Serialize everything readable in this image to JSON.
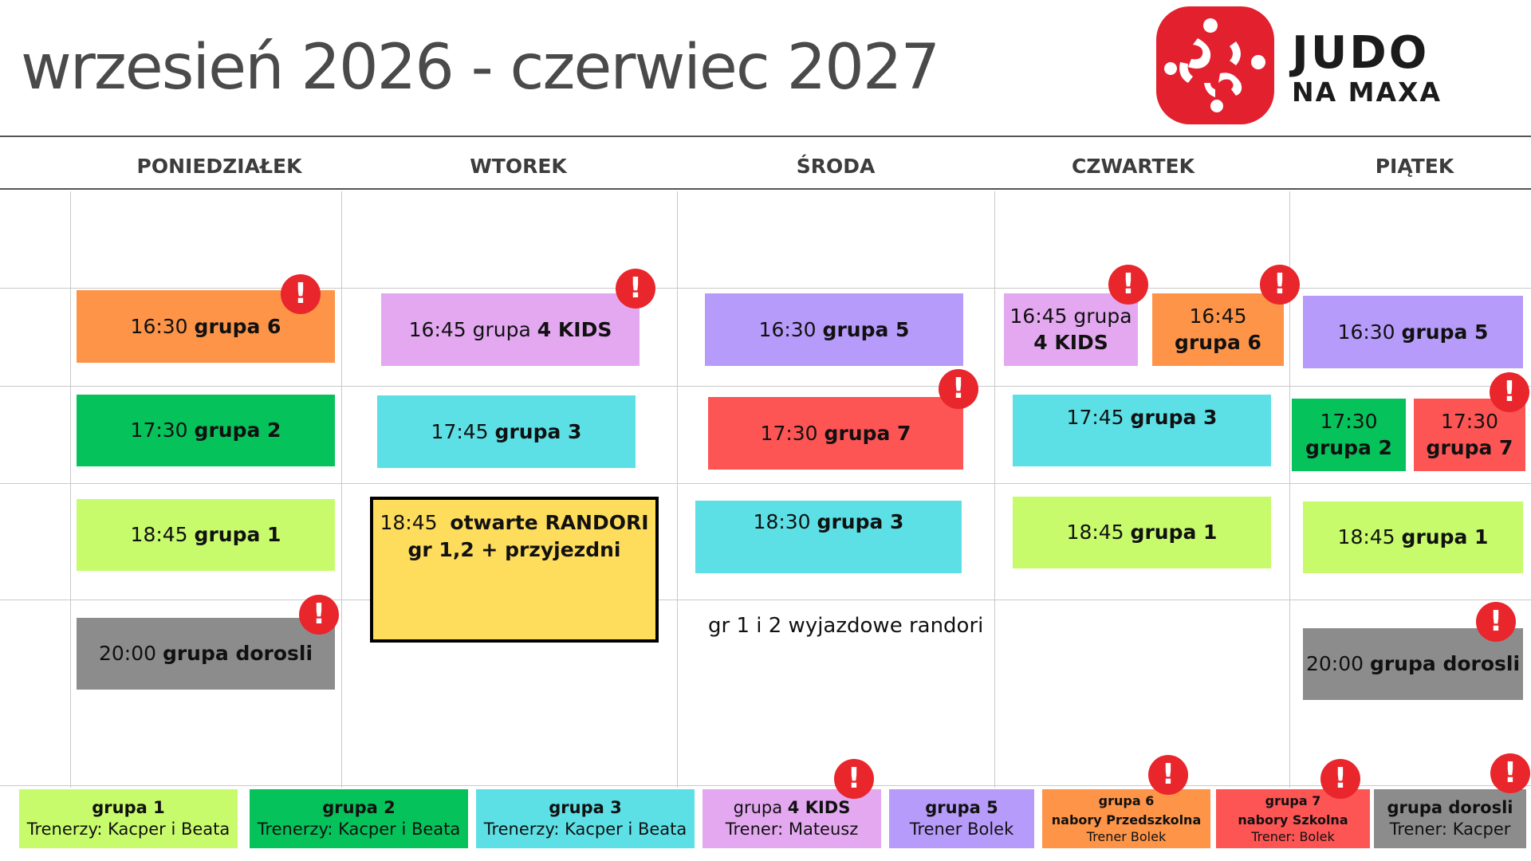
{
  "title": "wrzesień 2026 - czerwiec 2027",
  "logo": {
    "line1": "JUDO",
    "line2": "NA MAXA"
  },
  "colors": {
    "grupa1": "#c7fb6c",
    "grupa2": "#05c25b",
    "grupa3": "#5ce0e6",
    "grupa4kids": "#e3a8f0",
    "grupa5": "#b79bfa",
    "grupa6": "#fd9448",
    "grupa7": "#fd5454",
    "dorosli": "#8c8c8c",
    "randori": "#ffdd5c",
    "alert": "#e8262b"
  },
  "days": [
    "PONIEDZIAŁEK",
    "WTOREK",
    "ŚRODA",
    "CZWARTEK",
    "PIĄTEK"
  ],
  "alert_symbol": "!",
  "events": {
    "mon_1630": {
      "time": "16:30",
      "name": "grupa 6"
    },
    "mon_1730": {
      "time": "17:30",
      "name": "grupa 2"
    },
    "mon_1845": {
      "time": "18:45",
      "name": "grupa 1"
    },
    "mon_2000": {
      "time": "20:00",
      "name": "grupa dorosli"
    },
    "tue_1645": {
      "time": "16:45 grupa",
      "name": "4 KIDS"
    },
    "tue_1745": {
      "time": "17:45",
      "name": "grupa 3"
    },
    "tue_1845": {
      "time": "18:45",
      "name": "otwarte RANDORI",
      "line2": "gr 1,2 + przyjezdni"
    },
    "wed_1630": {
      "time": "16:30",
      "name": "grupa 5"
    },
    "wed_1730": {
      "time": "17:30",
      "name": "grupa 7"
    },
    "wed_1830": {
      "time": "18:30",
      "name": "grupa 3"
    },
    "thu_1645_kids": {
      "time": "16:45 grupa",
      "name": "4 KIDS"
    },
    "thu_1645_g6": {
      "time": "16:45",
      "name": "grupa 6"
    },
    "thu_1745": {
      "time": "17:45",
      "name": "grupa 3"
    },
    "thu_1845": {
      "time": "18:45",
      "name": "grupa 1"
    },
    "fri_1630": {
      "time": "16:30",
      "name": "grupa 5"
    },
    "fri_1730_g2": {
      "time": "17:30",
      "name": "grupa 2"
    },
    "fri_1730_g7": {
      "time": "17:30",
      "name": "grupa 7"
    },
    "fri_1845": {
      "time": "18:45",
      "name": "grupa 1"
    },
    "fri_2000": {
      "time": "20:00",
      "name": "grupa dorosli"
    }
  },
  "wed_note": "gr 1 i 2 wyjazdowe randori",
  "legend": [
    {
      "name": "grupa 1",
      "trainer": "Trenerzy: Kacper i Beata"
    },
    {
      "name": "grupa 2",
      "trainer": "Trenerzy: Kacper i Beata"
    },
    {
      "name": "grupa 3",
      "trainer": "Trenerzy: Kacper i Beata"
    },
    {
      "name_prefix": "grupa",
      "name": "4 KIDS",
      "trainer": "Trener: Mateusz"
    },
    {
      "name": "grupa 5",
      "trainer": "Trener Bolek"
    },
    {
      "name": "grupa 6",
      "sub": "nabory Przedszkolna",
      "trainer": "Trener Bolek"
    },
    {
      "name": "grupa 7",
      "sub": "nabory Szkolna",
      "trainer": "Trener: Bolek"
    },
    {
      "name": "grupa dorosli",
      "trainer": "Trener: Kacper"
    }
  ]
}
